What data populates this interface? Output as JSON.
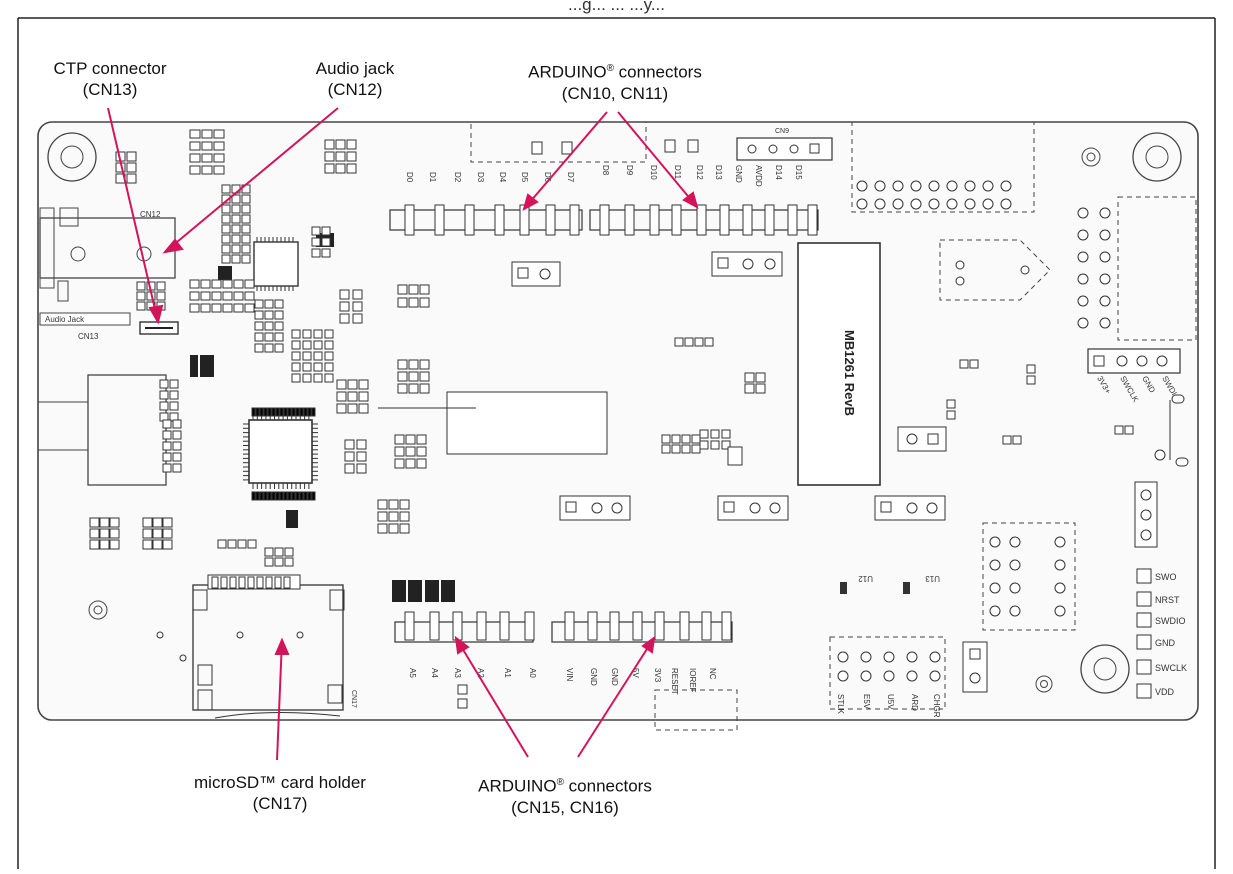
{
  "title_fragment": "...g... ... ...y...",
  "callouts": {
    "ctp": {
      "line1": "CTP connector",
      "line2": "(CN13)"
    },
    "audio": {
      "line1": "Audio jack",
      "line2": "(CN12)"
    },
    "arduino_top": {
      "line1_pre": "ARDUINO",
      "reg": "®",
      "line1_post": " connectors",
      "line2": "(CN10, CN11)"
    },
    "microsd": {
      "line1": "microSD™ card holder",
      "line2": "(CN17)"
    },
    "arduino_bottom": {
      "line1_pre": "ARDUINO",
      "reg": "®",
      "line1_post": " connectors",
      "line2": "(CN15, CN16)"
    }
  },
  "board_labels": {
    "audio_jack": "Audio Jack",
    "cn13": "CN13",
    "cn12": "CN12",
    "cn17": "CN17",
    "rev": "MB1261 RevB",
    "swd_pins": [
      "VDD",
      "SWCLK",
      "GND",
      "SWDIO",
      "NRST",
      "SWO"
    ],
    "cn14_pins": [
      "3V3+",
      "SWCLK",
      "GND",
      "SWDIO"
    ],
    "cn10_pins": [
      "D8",
      "D9",
      "D10",
      "D11",
      "D12",
      "D13",
      "GND",
      "AVDD",
      "D14",
      "D15"
    ],
    "cn11_pins": [
      "D0",
      "D1",
      "D2",
      "D3",
      "D4",
      "D5",
      "D6",
      "D7"
    ],
    "cn16_pins": [
      "A0",
      "A1",
      "A2",
      "A3",
      "A4",
      "A5"
    ],
    "cn15_pins": [
      "VIN",
      "GND",
      "GND",
      "5V",
      "3V3",
      "RESET",
      "IOREF",
      "NC"
    ],
    "bottom_right_pins": [
      "STLK",
      "E5V",
      "U5V",
      "ARD",
      "CHGR"
    ],
    "cn9": "CN9",
    "u12": "U12",
    "u13": "U13"
  },
  "colors": {
    "callout_line": "#d4145a",
    "board_line": "#444444"
  }
}
